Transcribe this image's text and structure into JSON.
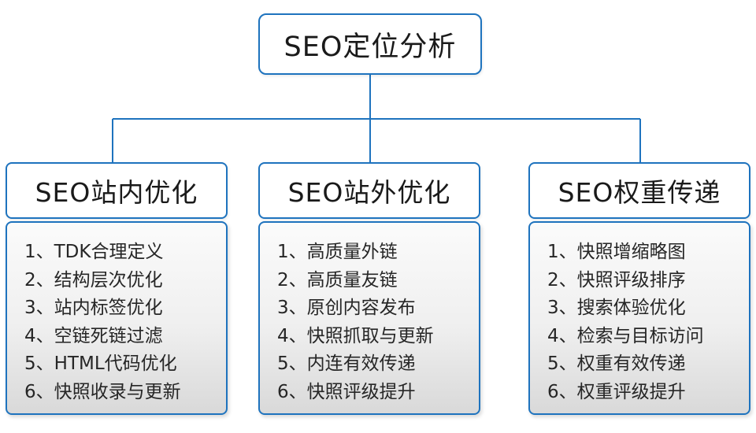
{
  "diagram": {
    "root": {
      "label": "SEO定位分析"
    },
    "columns": [
      {
        "title": "SEO站内优化",
        "items": [
          "1、TDK合理定义",
          "2、结构层次优化",
          "3、站内标签优化",
          "4、空链死链过滤",
          "5、HTML代码优化",
          "6、快照收录与更新"
        ]
      },
      {
        "title": "SEO站外优化",
        "items": [
          "1、高质量外链",
          "2、高质量友链",
          "3、原创内容发布",
          "4、快照抓取与更新",
          "5、内连有效传递",
          "6、快照评级提升"
        ]
      },
      {
        "title": "SEO权重传递",
        "items": [
          "1、快照增缩略图",
          "2、快照评级排序",
          "3、搜索体验优化",
          "4、检索与目标访问",
          "5、权重有效传递",
          "6、权重评级提升"
        ]
      }
    ]
  },
  "colors": {
    "line_blue": "#1e73be",
    "title_text": "#1a1a1a",
    "item_text": "#262626",
    "panel_gradient_top": "#fbfbfb",
    "panel_gradient_bottom": "#d9d9d9"
  }
}
